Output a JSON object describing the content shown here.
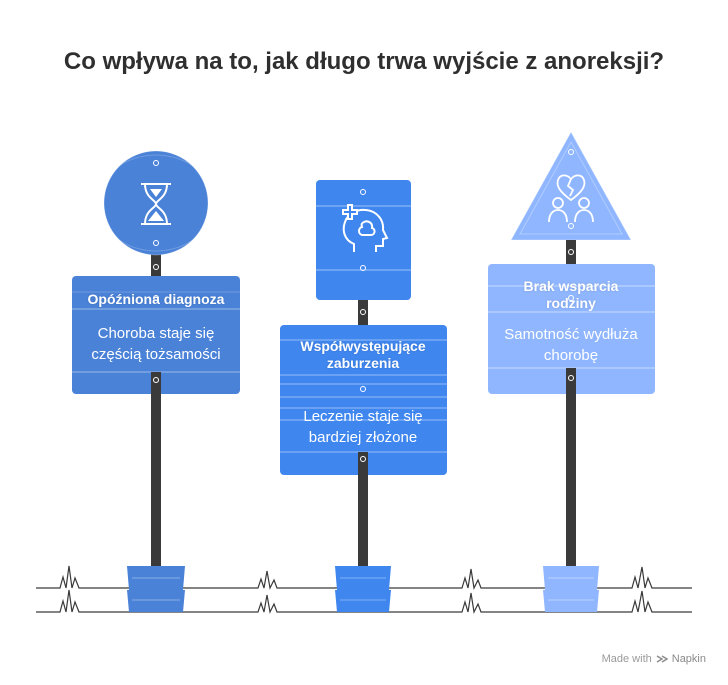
{
  "title": "Co wpływa na to, jak długo trwa wyjście z anoreksji?",
  "signs": [
    {
      "title": "Opóźniona diagnoza",
      "description": "Choroba staje się częścią tożsamości",
      "icon": "hourglass-icon",
      "color": "#4a82d8"
    },
    {
      "title": "Współwystępujące zaburzenia",
      "description": "Leczenie staje się bardziej złożone",
      "icon": "head-medical-cross-icon",
      "color": "#3f86ef"
    },
    {
      "title": "Brak wsparcia rodziny",
      "description": "Samotność wydłuża chorobę",
      "icon": "family-broken-heart-icon",
      "color": "#8fb6ff"
    }
  ],
  "watermark": {
    "prefix": "Made with",
    "brand": "Napkin"
  }
}
